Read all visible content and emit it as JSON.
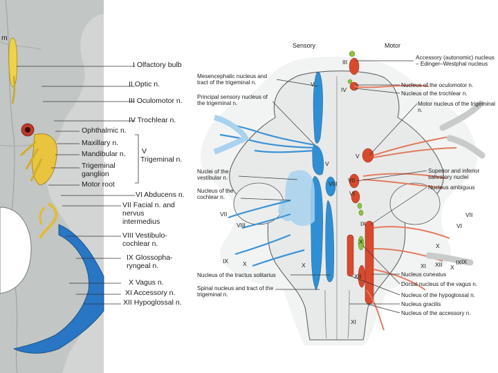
{
  "left_figure": {
    "partial_top_label": "m",
    "labels": [
      {
        "key": "olfactory",
        "roman": "I",
        "text": "Olfactory bulb"
      },
      {
        "key": "optic",
        "roman": "II",
        "text": "Optic n."
      },
      {
        "key": "oculomotor",
        "roman": "III",
        "text": "Oculomotor n."
      },
      {
        "key": "trochlear",
        "roman": "IV",
        "text": "Trochlear n."
      },
      {
        "key": "ophthalmic",
        "roman": "",
        "text": "Ophthalmic n."
      },
      {
        "key": "maxillary",
        "roman": "",
        "text": "Maxillary n."
      },
      {
        "key": "mandibular",
        "roman": "",
        "text": "Mandibular n."
      },
      {
        "key": "trigeminal_ganglion",
        "roman": "",
        "text": "Trigeminal ganglion"
      },
      {
        "key": "motor_root",
        "roman": "",
        "text": "Motor root"
      },
      {
        "key": "trigeminal",
        "roman": "V",
        "text": "Trigeminal n."
      },
      {
        "key": "abducens",
        "roman": "VI",
        "text": "Abducens n."
      },
      {
        "key": "facial",
        "roman": "VII",
        "text": "Facial n. and nervus intermedius"
      },
      {
        "key": "vestibulocochlear",
        "roman": "VIII",
        "text": "Vestibulo-cochlear n."
      },
      {
        "key": "glossopharyngeal",
        "roman": "IX",
        "text": "Glossopha-ryngeal n."
      },
      {
        "key": "vagus",
        "roman": "X",
        "text": "Vagus n."
      },
      {
        "key": "accessory",
        "roman": "XI",
        "text": "Accessory n."
      },
      {
        "key": "hypoglossal",
        "roman": "XII",
        "text": "Hypoglossal n."
      }
    ]
  },
  "right_figure": {
    "headers": {
      "sensory": "Sensory",
      "motor": "Motor"
    },
    "left_labels": {
      "mesencephalic": "Mesencephalic nucleus and tract of the trigeminal n.",
      "principal_sensory": "Principal sensory nucleus of the trigeminal n.",
      "vestibular_nuclei": "Nuclei of the vestibular n.",
      "cochlear_nucleus": "Nucleus of the cochlear n.",
      "tractus_solitarius": "Nucleus of the tractus solitarius",
      "spinal_nucleus": "Spinal nucleus and tract of the trigeminal n."
    },
    "right_labels": {
      "edinger_westphal": "Accessory (autonomic) nucleus – Edinger–Westphal nucleus",
      "oculomotor_nucleus": "Nucleus of the oculomotor n.",
      "trochlear_nucleus": "Nucleus of the trochlear n.",
      "motor_trigeminal": "Motor nucleus of the trigeminal n.",
      "salivatory": "Superior and inferior salivatory nuclei",
      "ambiguus": "Nucleus ambiguus",
      "cuneatus": "Nucleus cuneatus",
      "dorsal_vagus": "Dorsal nucleus of the vagus n.",
      "hypoglossal_nucleus": "Nucleus of the hypoglossal n.",
      "gracilis": "Nucleus gracilis",
      "accessory_nucleus": "Nucleus of the accessory n."
    },
    "roman_marks": [
      "III",
      "IV",
      "V",
      "V",
      "VIII",
      "V",
      "VI",
      "VII",
      "VII",
      "VIII",
      "IX",
      "IX",
      "X",
      "X",
      "XI",
      "XII",
      "X",
      "IX",
      "XII",
      "XI",
      "IX",
      "X",
      "X",
      "VII",
      "VI"
    ],
    "colors": {
      "sensory": "#2f8fd4",
      "motor": "#d84a2e",
      "autonomic": "#8cc43f",
      "brainstem_fill": "#e9ebea",
      "bone_fill": "#d9dcdb"
    }
  }
}
